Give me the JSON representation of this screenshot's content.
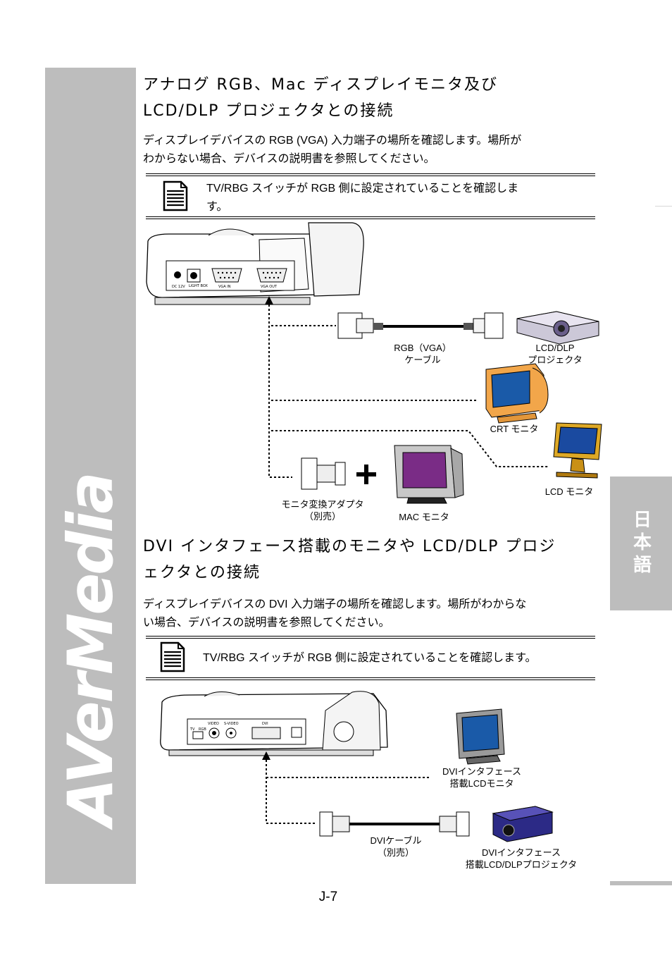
{
  "brand": {
    "logo_text": "AVerMedia"
  },
  "side_tab": {
    "label": "日本語"
  },
  "section1": {
    "title_line1": "アナログ RGB、Mac ディスプレイモニタ及び",
    "title_line2": "LCD/DLP プロジェクタとの接続",
    "body_line1": "ディスプレイデバイスの RGB (VGA)  入力端子の場所を確認します。場所が",
    "body_line2": "わからない場合、デバイスの説明書を参照してください。",
    "note_line1": "TV/RBG スイッチが RGB 側に設定されていることを確認しま",
    "note_line2": "す。"
  },
  "diagram1": {
    "ports": [
      "DC 12V",
      "LIGHT BOX",
      "VGA IN",
      "VGA OUT"
    ],
    "cable_label_line1": "RGB（VGA）",
    "cable_label_line2": "ケーブル",
    "projector_label_line1": "LCD/DLP",
    "projector_label_line2": "プロジェクタ",
    "crt_label": "CRT モニタ",
    "lcd_label": "LCD モニタ",
    "adapter_label_line1": "モニタ変換アダプタ",
    "adapter_label_line2": "（別売）",
    "mac_label": "MAC モニタ"
  },
  "section2": {
    "title_line1": "DVI インタフェース搭載のモニタや LCD/DLP プロジ",
    "title_line2": "ェクタとの接続",
    "body_line1": "ディスプレイデバイスの  DVI 入力端子の場所を確認します。場所がわからな",
    "body_line2": "い場合、デバイスの説明書を参照してください。",
    "note_line1": "TV/RBG スイッチが RGB 側に設定されていることを確認します。"
  },
  "diagram2": {
    "ports": [
      "VIDEO",
      "S-VIDEO",
      "DVI",
      "TV",
      "RGB"
    ],
    "dvi_monitor_label_line1": "DVIインタフェース",
    "dvi_monitor_label_line2": "搭載LCDモニタ",
    "dvi_cable_label_line1": "DVIケーブル",
    "dvi_cable_label_line2": "（別売）",
    "dvi_projector_label_line1": "DVIインタフェース",
    "dvi_projector_label_line2": "搭載LCD/DLPプロジェクタ"
  },
  "page_number": "J-7"
}
